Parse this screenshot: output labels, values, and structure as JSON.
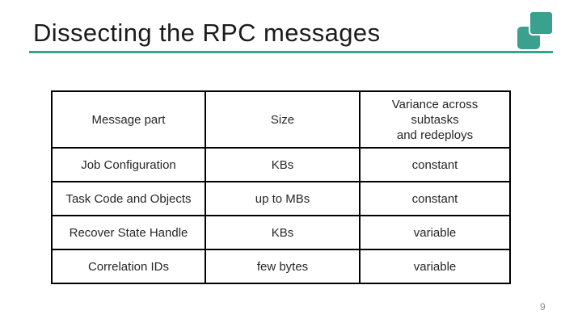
{
  "slide": {
    "title": "Dissecting the RPC messages",
    "page_number": "9"
  },
  "theme": {
    "accent_teal": "#3aa18f",
    "title_color": "#1b1b1b",
    "table_border_color": "#000000",
    "table_text_color": "#262626",
    "page_number_color": "#8a8a8a"
  },
  "logo": {
    "icon": "two-overlapping-teal-rounded-squares"
  },
  "table": {
    "col1_header": "Message part",
    "col2_header": "Size",
    "col3_header_lines": [
      "Variance across",
      "subtasks",
      "and redeploys"
    ],
    "rows": [
      {
        "message_part": "Job Configuration",
        "size": "KBs",
        "variance": "constant"
      },
      {
        "message_part": "Task Code and Objects",
        "size": "up to MBs",
        "variance": "constant"
      },
      {
        "message_part": "Recover State Handle",
        "size": "KBs",
        "variance": "variable"
      },
      {
        "message_part": "Correlation IDs",
        "size": "few bytes",
        "variance": "variable"
      }
    ]
  },
  "chart_data": {
    "type": "table",
    "title": "Dissecting the RPC messages",
    "columns": [
      "Message part",
      "Size",
      "Variance across subtasks and redeploys"
    ],
    "rows": [
      [
        "Job Configuration",
        "KBs",
        "constant"
      ],
      [
        "Task Code and Objects",
        "up to MBs",
        "constant"
      ],
      [
        "Recover State Handle",
        "KBs",
        "variable"
      ],
      [
        "Correlation IDs",
        "few bytes",
        "variable"
      ]
    ]
  }
}
